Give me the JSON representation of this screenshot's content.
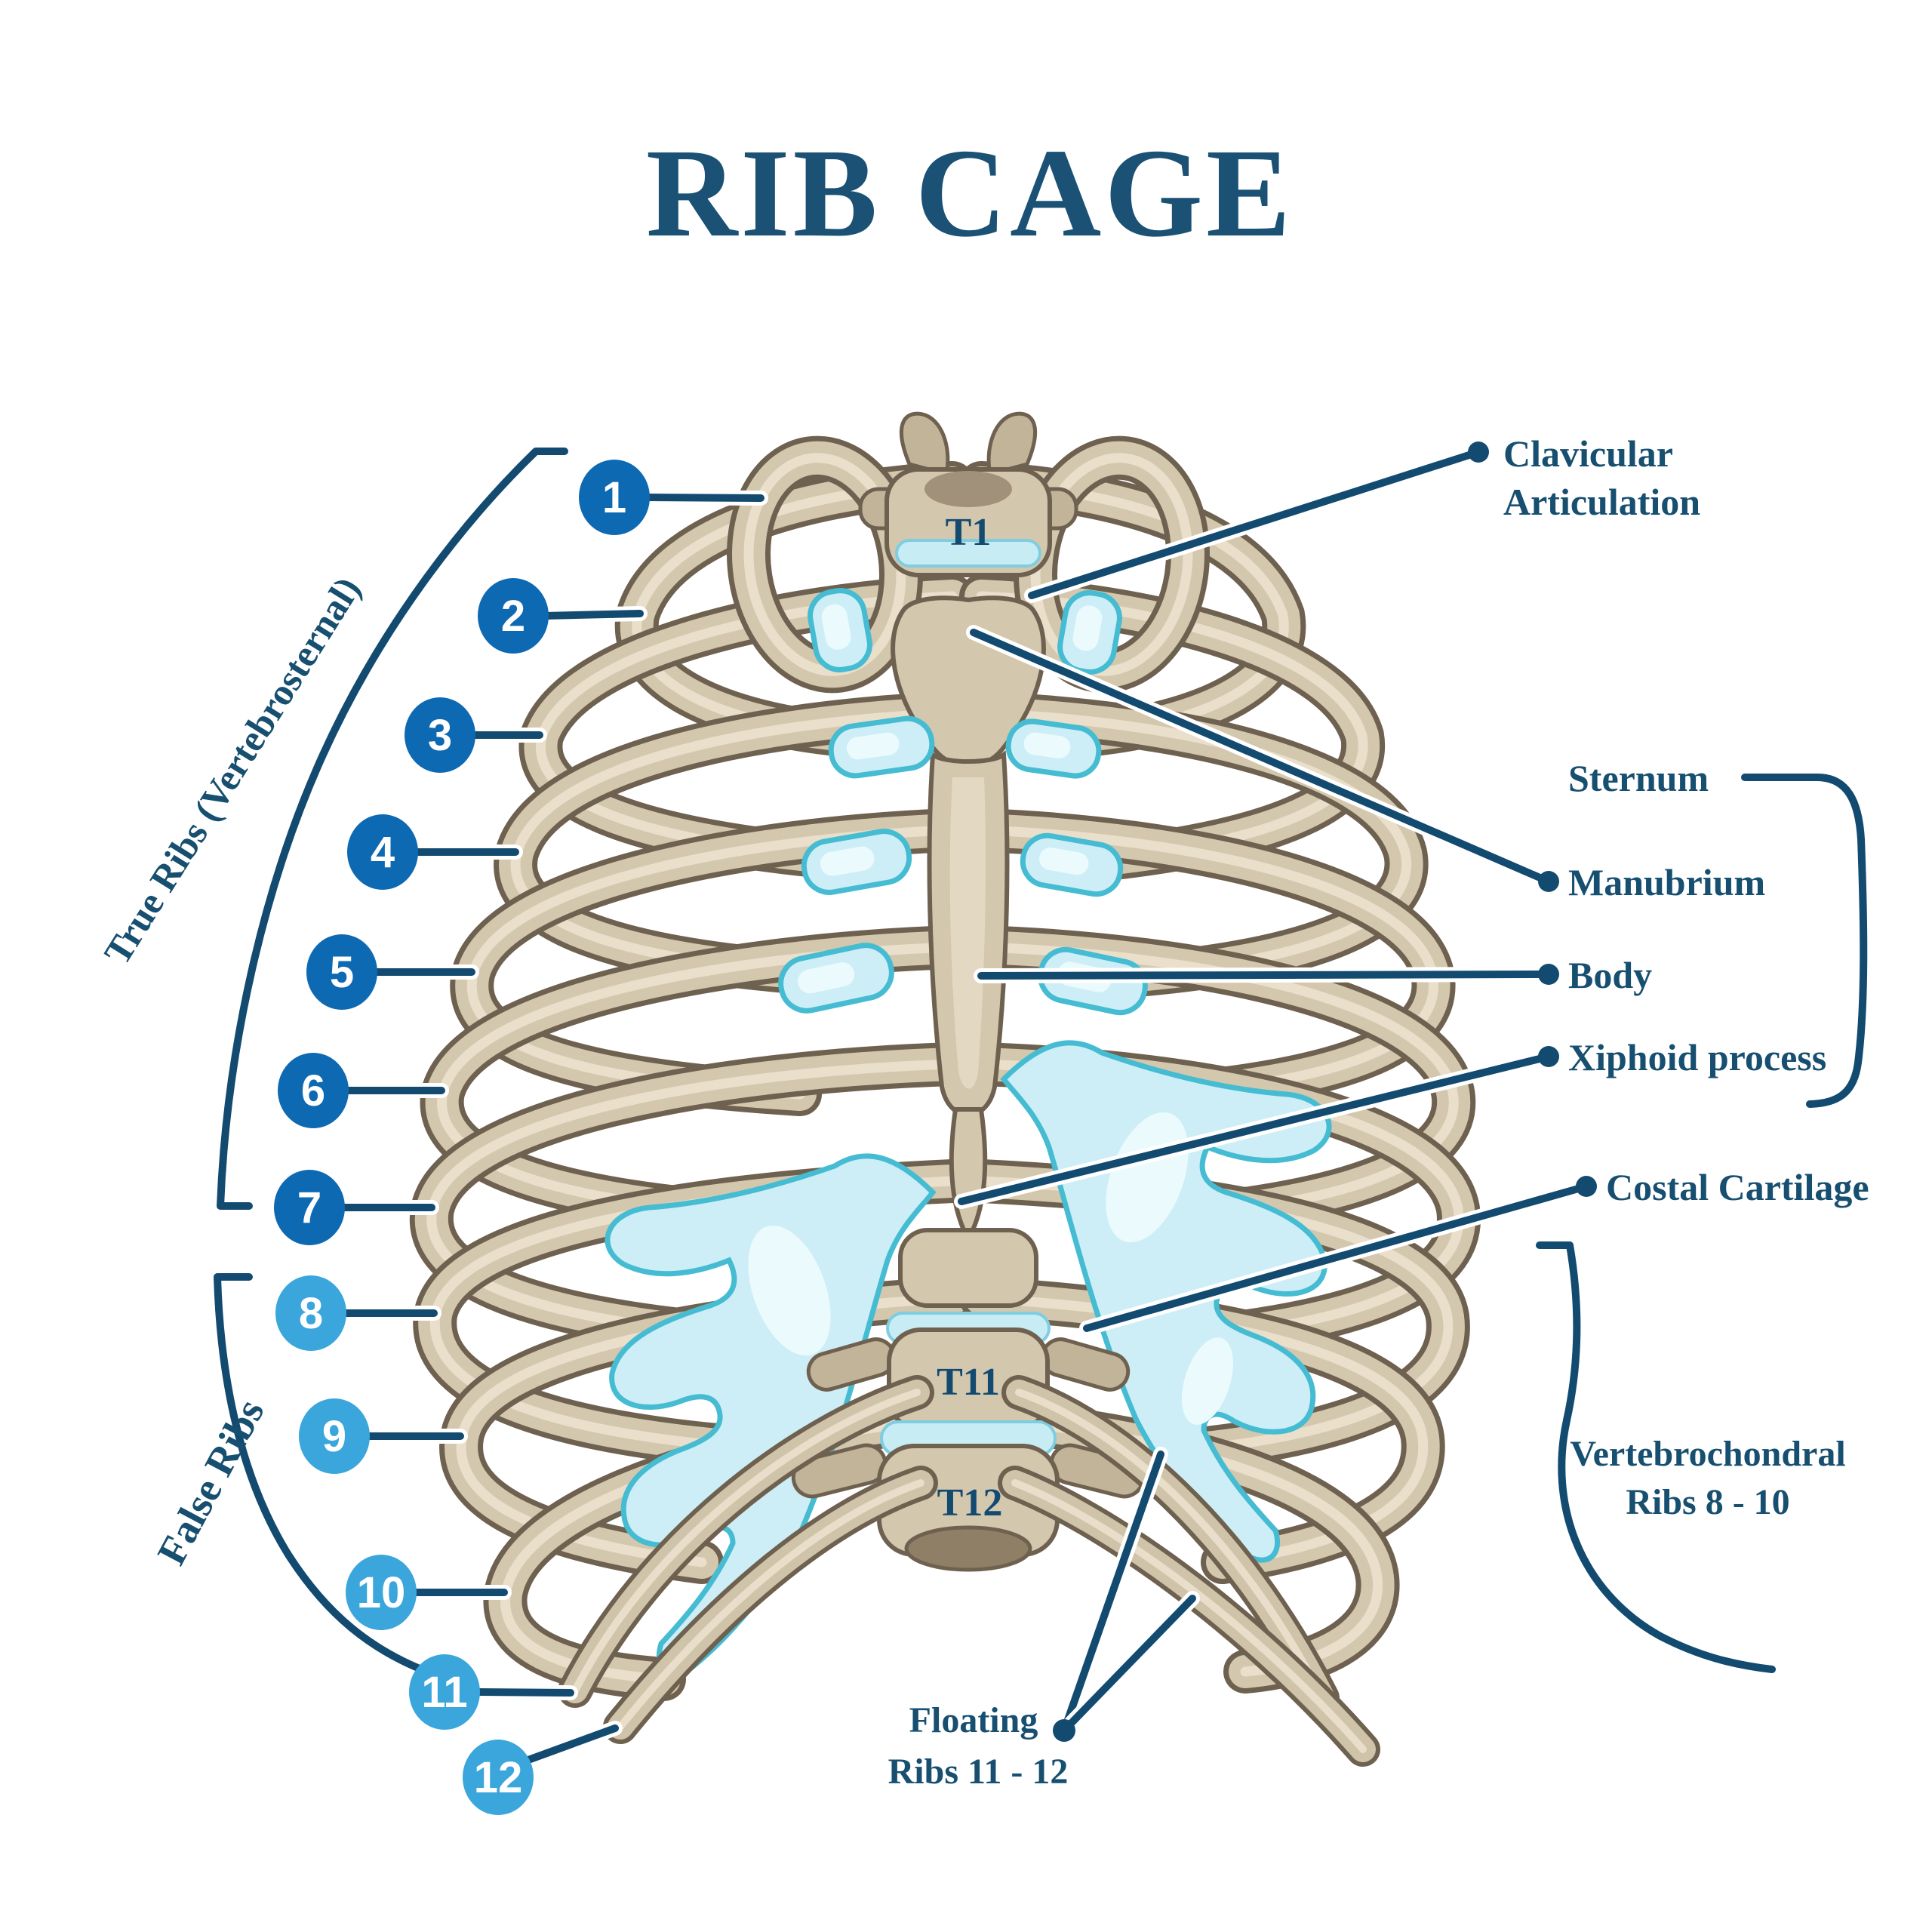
{
  "title": "RIB CAGE",
  "left_panel": {
    "true_ribs_label": "True Ribs (Vertebrosternal)",
    "false_ribs_label": "False Ribs",
    "rib_numbers": [
      "1",
      "2",
      "3",
      "4",
      "5",
      "6",
      "7",
      "8",
      "9",
      "10",
      "11",
      "12"
    ]
  },
  "vertebrae_labels": {
    "t1": "T1",
    "t11": "T11",
    "t12": "T12"
  },
  "right_panel": {
    "clavicular": {
      "line1": "Clavicular",
      "line2": "Articulation"
    },
    "sternum": "Sternum",
    "manubrium": "Manubrium",
    "body": "Body",
    "xiphoid": "Xiphoid process",
    "costal": "Costal Cartilage",
    "vertebrochondral": {
      "line1": "Vertebrochondral",
      "line2": "Ribs 8 - 10"
    },
    "floating": {
      "line1": "Floating",
      "line2": "Ribs 11 - 12"
    }
  },
  "colors": {
    "title_navy": "#1a5174",
    "label_navy": "#174f70",
    "line_navy": "#134a70",
    "true_rib_circle": "#0e69b3",
    "false_rib_circle": "#3aa6db",
    "bone": "#d3c7ae",
    "bone_outline": "#6f6150",
    "cartilage": "#cdeef7",
    "cartilage_edge": "#45bcd2"
  }
}
